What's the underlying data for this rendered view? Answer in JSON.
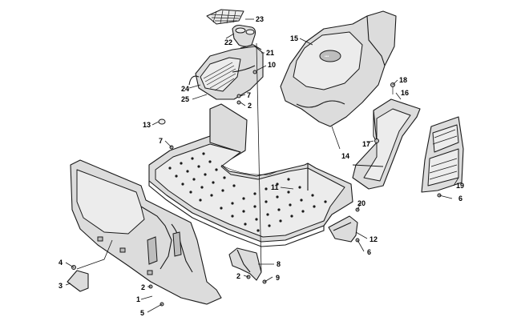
{
  "callouts": [
    {
      "id": "c1",
      "text": "1"
    },
    {
      "id": "c2a",
      "text": "2"
    },
    {
      "id": "c2b",
      "text": "2"
    },
    {
      "id": "c2c",
      "text": "2"
    },
    {
      "id": "c3",
      "text": "3"
    },
    {
      "id": "c4",
      "text": "4"
    },
    {
      "id": "c5",
      "text": "5"
    },
    {
      "id": "c6a",
      "text": "6"
    },
    {
      "id": "c6b",
      "text": "6"
    },
    {
      "id": "c7a",
      "text": "7"
    },
    {
      "id": "c7b",
      "text": "7"
    },
    {
      "id": "c8",
      "text": "8"
    },
    {
      "id": "c9",
      "text": "9"
    },
    {
      "id": "c10",
      "text": "10"
    },
    {
      "id": "c11",
      "text": "11"
    },
    {
      "id": "c12",
      "text": "12"
    },
    {
      "id": "c13",
      "text": "13"
    },
    {
      "id": "c14",
      "text": "14"
    },
    {
      "id": "c15",
      "text": "15"
    },
    {
      "id": "c16",
      "text": "16"
    },
    {
      "id": "c17",
      "text": "17"
    },
    {
      "id": "c18",
      "text": "18"
    },
    {
      "id": "c19",
      "text": "19"
    },
    {
      "id": "c20",
      "text": "20"
    },
    {
      "id": "c21",
      "text": "21"
    },
    {
      "id": "c22",
      "text": "22"
    },
    {
      "id": "c23",
      "text": "23"
    },
    {
      "id": "c24",
      "text": "24"
    },
    {
      "id": "c25",
      "text": "25"
    }
  ]
}
